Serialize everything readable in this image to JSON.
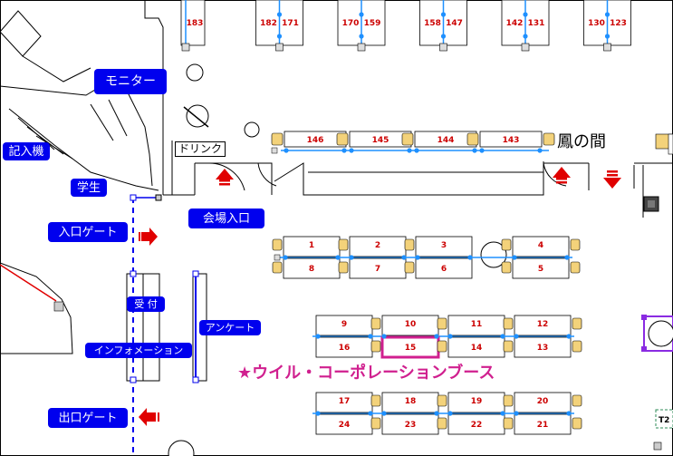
{
  "hall_name": "鳳の間",
  "callout": "★ウイル・コーポレーションブース",
  "highlight_booth": "15",
  "drink_label": "ドリンク",
  "labels": {
    "monitor": "モニター",
    "register": "記入機",
    "student": "学生",
    "entrance_gate": "入口ゲート",
    "venue_entrance": "会場入口",
    "reception": "受 付",
    "survey": "アンケート",
    "information": "インフォメーション",
    "exit_gate": "出口ゲート",
    "t2": "T2"
  },
  "top_row": [
    "183",
    "182",
    "171",
    "170",
    "159",
    "158",
    "147",
    "142",
    "131",
    "130",
    "123"
  ],
  "mid_row": [
    "146",
    "145",
    "144",
    "143"
  ],
  "blocks": [
    {
      "top": [
        "1",
        "2",
        "3",
        "4"
      ],
      "bottom": [
        "8",
        "7",
        "6",
        "5"
      ]
    },
    {
      "top": [
        "9",
        "10",
        "11",
        "12"
      ],
      "bottom": [
        "16",
        "15",
        "14",
        "13"
      ]
    },
    {
      "top": [
        "17",
        "18",
        "19",
        "20"
      ],
      "bottom": [
        "24",
        "23",
        "22",
        "21"
      ]
    }
  ],
  "colors": {
    "label_bg": "#0000ee",
    "callout": "#d0208f",
    "booth_number": "#cc0000",
    "line": "#1e90ff",
    "chair": "#f3d27a",
    "arrow": "#e00000"
  }
}
